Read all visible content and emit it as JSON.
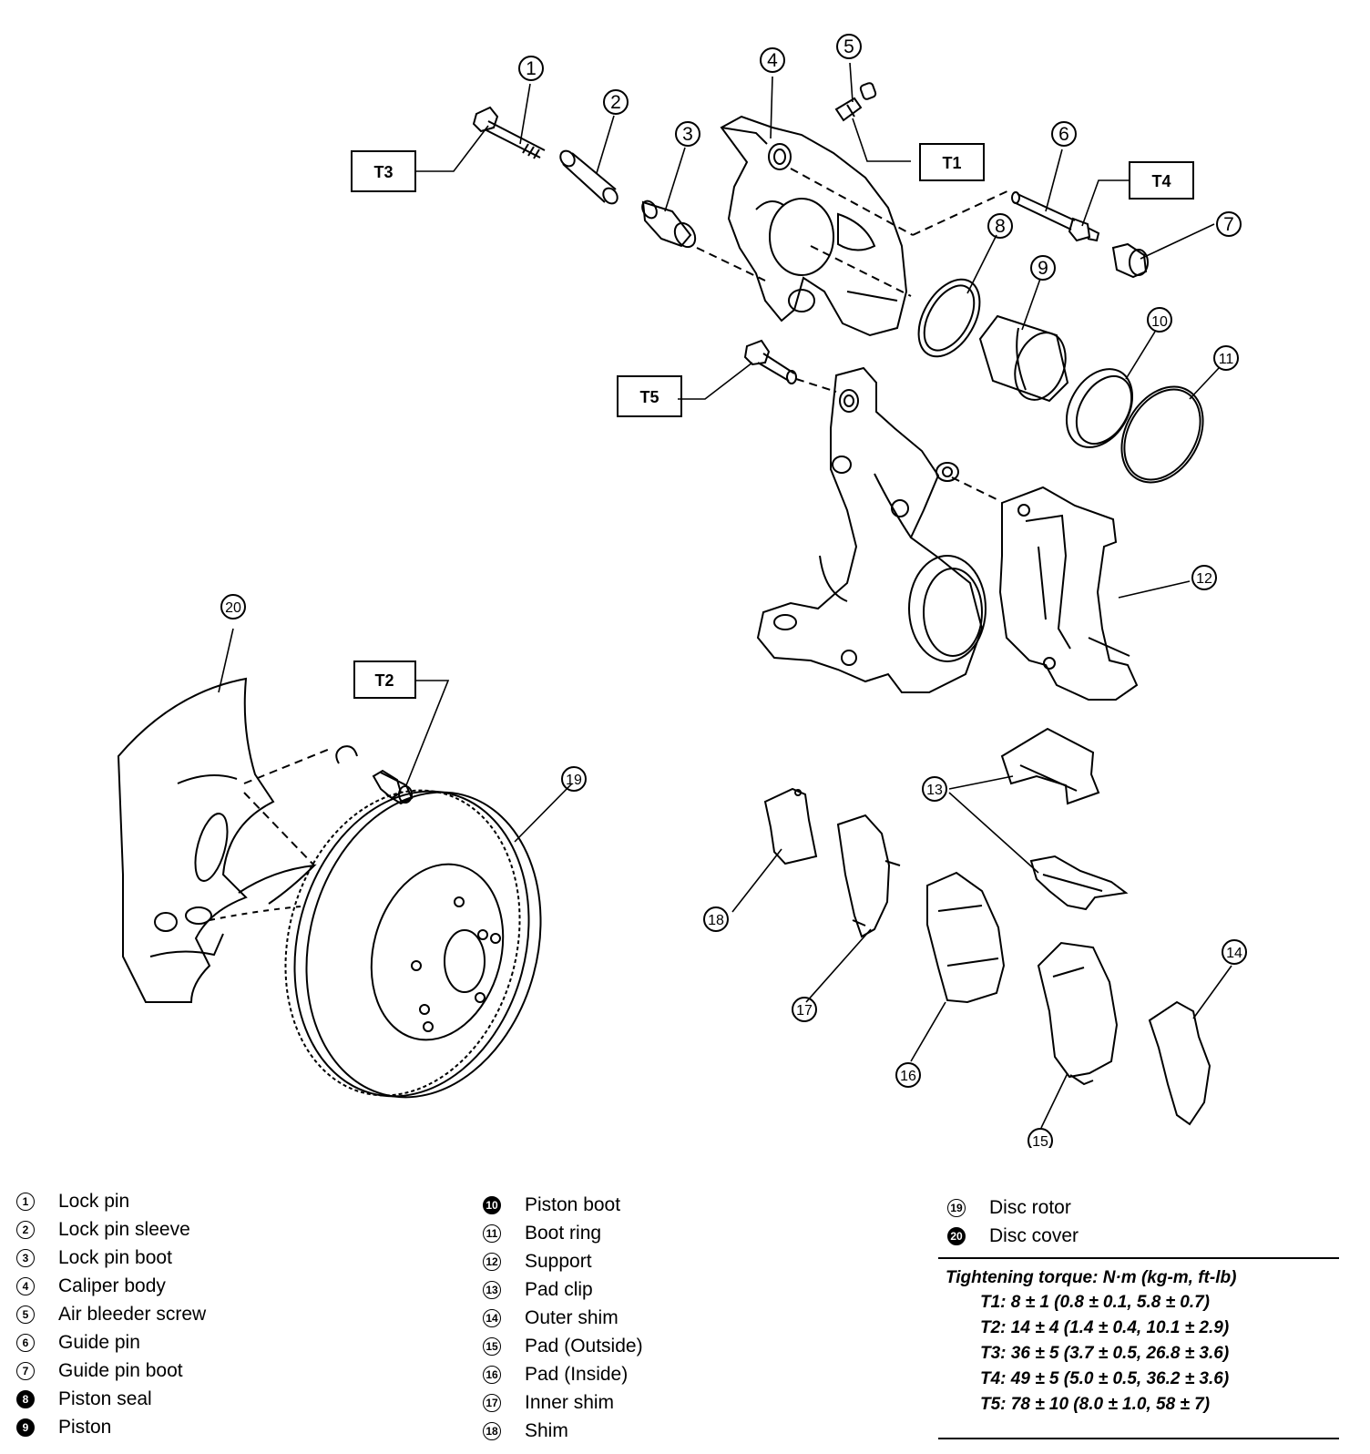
{
  "callouts": {
    "c1": "1",
    "c2": "2",
    "c3": "3",
    "c4": "4",
    "c5": "5",
    "c6": "6",
    "c7": "7",
    "c8": "8",
    "c9": "9",
    "c10": "10",
    "c11": "11",
    "c12": "12",
    "c13": "13",
    "c14": "14",
    "c15": "15",
    "c16": "16",
    "c17": "17",
    "c18": "18",
    "c19": "19",
    "c20": "20"
  },
  "torque_labels": {
    "t1": "T1",
    "t2": "T2",
    "t3": "T3",
    "t4": "T4",
    "t5": "T5"
  },
  "legend": {
    "col1": [
      {
        "num": "1",
        "label": "Lock pin"
      },
      {
        "num": "2",
        "label": "Lock pin sleeve"
      },
      {
        "num": "3",
        "label": "Lock pin boot"
      },
      {
        "num": "4",
        "label": "Caliper body"
      },
      {
        "num": "5",
        "label": "Air bleeder screw"
      },
      {
        "num": "6",
        "label": "Guide pin"
      },
      {
        "num": "7",
        "label": "Guide pin boot"
      },
      {
        "num": "8",
        "label": "Piston seal"
      },
      {
        "num": "9",
        "label": "Piston"
      }
    ],
    "col2": [
      {
        "num": "10",
        "label": "Piston boot"
      },
      {
        "num": "11",
        "label": "Boot ring"
      },
      {
        "num": "12",
        "label": "Support"
      },
      {
        "num": "13",
        "label": "Pad clip"
      },
      {
        "num": "14",
        "label": "Outer shim"
      },
      {
        "num": "15",
        "label": "Pad (Outside)"
      },
      {
        "num": "16",
        "label": "Pad (Inside)"
      },
      {
        "num": "17",
        "label": "Inner shim"
      },
      {
        "num": "18",
        "label": "Shim"
      }
    ],
    "col3": [
      {
        "num": "19",
        "label": "Disc rotor"
      },
      {
        "num": "20",
        "label": "Disc cover"
      }
    ]
  },
  "torque": {
    "title": "Tightening torque: N·m (kg-m, ft-lb)",
    "rows": [
      "T1: 8 ± 1 (0.8 ± 0.1, 5.8 ± 0.7)",
      "T2: 14 ± 4 (1.4 ± 0.4, 10.1 ± 2.9)",
      "T3: 36 ± 5 (3.7 ± 0.5, 26.8 ± 3.6)",
      "T4: 49 ± 5 (5.0 ± 0.5, 36.2 ± 3.6)",
      "T5: 78 ± 10 (8.0 ± 1.0, 58 ± 7)"
    ]
  }
}
